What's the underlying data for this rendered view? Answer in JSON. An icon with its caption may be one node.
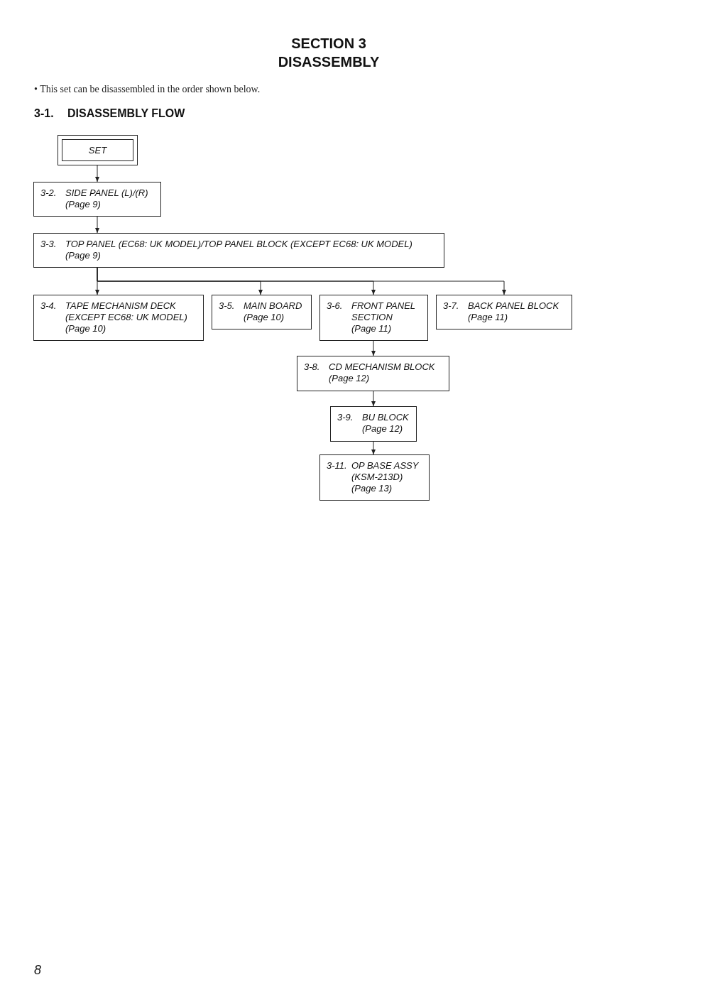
{
  "diagram": {
    "title": "SECTION 3 DISASSEMBLY",
    "nodes": [
      {
        "text": [
          "SET"
        ]
      },
      {
        "text": [
          "3-2.",
          "SIDE PANEL (L)/(R)",
          "(Page 9)"
        ]
      },
      {
        "text": [
          "3-3.",
          "TOP PANEL (EC68: UK MODEL)/TOP PANEL BLOCK (EXCEPT EC68: UK MODEL)",
          "(Page 9)"
        ]
      },
      {
        "text": [
          "3-4.",
          "TAPE MECHANISM DECK (EXCEPT EC68: UK MODEL)",
          "(Page 10)"
        ]
      },
      {
        "text": [
          "3-5.",
          "MAIN BOARD",
          "(Page 10)"
        ]
      },
      {
        "text": [
          "3-6.",
          "FRONT PANEL SECTION",
          "(Page 11)"
        ]
      },
      {
        "text": [
          "3-7.",
          "BACK PANEL BLOCK",
          "(Page 11)"
        ]
      },
      {
        "text": [
          "3-8.",
          "CD MECHANISM BLOCK",
          "(Page 12)"
        ]
      },
      {
        "text": [
          "3-9.",
          "BU BLOCK",
          "(Page 12)"
        ]
      },
      {
        "text": [
          "3-11.",
          "OP BASE ASSY (KSM-213D)",
          "(Page 13)"
        ]
      }
    ],
    "edges": [
      {
        "from": 0,
        "to": 1,
        "arrow": "to"
      },
      {
        "from": 1,
        "to": 2,
        "arrow": "to"
      },
      {
        "from": 2,
        "to": 3,
        "arrow": "to"
      },
      {
        "from": 2,
        "to": 4,
        "arrow": "to"
      },
      {
        "from": 2,
        "to": 5,
        "arrow": "to"
      },
      {
        "from": 2,
        "to": 6,
        "arrow": "to"
      },
      {
        "from": 5,
        "to": 7,
        "arrow": "to"
      },
      {
        "from": 7,
        "to": 8,
        "arrow": "to"
      },
      {
        "from": 8,
        "to": 9,
        "arrow": "to"
      }
    ],
    "labels": [
      "• This set can be disassembled in the order shown below.",
      "3-1.",
      "DISASSEMBLY FLOW",
      "8"
    ]
  }
}
